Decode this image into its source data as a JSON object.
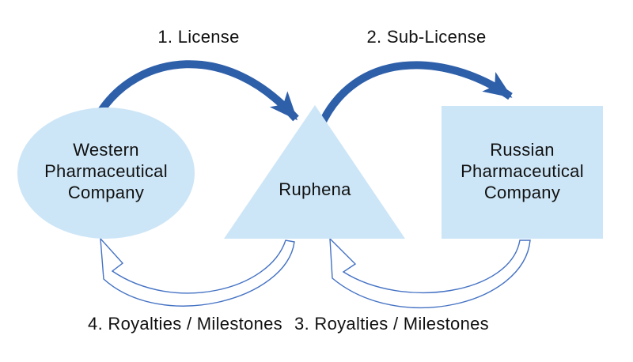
{
  "diagram": {
    "title_hint": "Licensing flow between pharmaceutical companies and Ruphena",
    "colors": {
      "node_fill": "#CDE6F7",
      "solid_arrow": "#2E5FA9",
      "outline_arrow": "#4472C4",
      "outline_arrow_fill": "#FFFFFF",
      "text": "#111111",
      "background": "#FFFFFF"
    },
    "nodes": [
      {
        "id": "western",
        "shape": "ellipse",
        "label": "Western Pharmaceutical Company"
      },
      {
        "id": "ruphena",
        "shape": "triangle",
        "label": "Ruphena"
      },
      {
        "id": "russian",
        "shape": "rectangle",
        "label": "Russian Pharmaceutical Company"
      }
    ],
    "flows": [
      {
        "order": 1,
        "label": "1. License",
        "from": "western",
        "to": "ruphena",
        "style": "solid"
      },
      {
        "order": 2,
        "label": "2. Sub-License",
        "from": "ruphena",
        "to": "russian",
        "style": "solid"
      },
      {
        "order": 3,
        "label": "3. Royalties / Milestones",
        "from": "russian",
        "to": "ruphena",
        "style": "outline"
      },
      {
        "order": 4,
        "label": "4. Royalties / Milestones",
        "from": "ruphena",
        "to": "western",
        "style": "outline"
      }
    ]
  }
}
